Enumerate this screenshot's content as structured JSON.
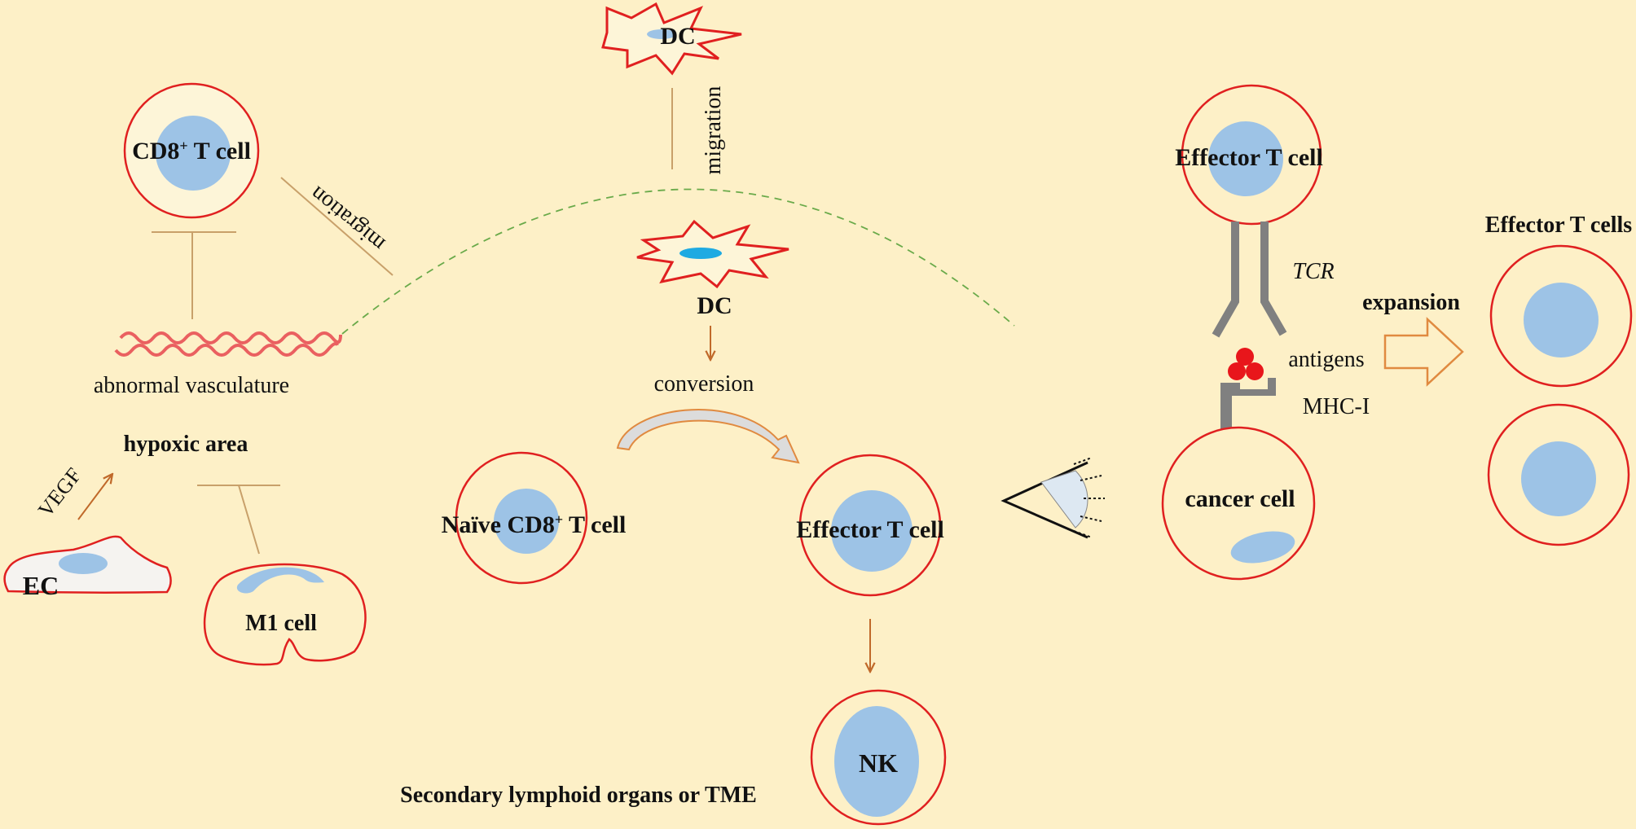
{
  "labels": {
    "dc_top": "DC",
    "migration_vertical": "migration",
    "cd8_t_cell_prefix": "CD8",
    "cd8_t_cell_sup": "+",
    "cd8_t_cell_suffix": " T cell",
    "migration_diagonal": "migration",
    "abnormal_vasculature": "abnormal vasculature",
    "hypoxic_area": "hypoxic area",
    "vegf": "VEGF",
    "ec": "EC",
    "m1_cell": "M1 cell",
    "dc_mid": "DC",
    "conversion": "conversion",
    "naive_prefix": "Naïve CD8",
    "naive_sup": "+",
    "naive_suffix": " T cell",
    "effector_t_cell_mid": "Effector T cell",
    "nk": "NK",
    "secondary_lymphoid": "Secondary lymphoid organs or TME",
    "effector_t_cell_top": "Effector T cell",
    "tcr": "TCR",
    "antigens": "antigens",
    "mhc_i": "MHC-I",
    "cancer_cell": "cancer cell",
    "expansion": "expansion",
    "effector_t_cells": "Effector T cells"
  },
  "colors": {
    "background": "#fdf0c7",
    "membrane": "#e02020",
    "nucleus": "#9dc3e6",
    "dc_nucleus": "#1eaae2",
    "arrow": "#c0692a",
    "inhibit_line": "#c8a06a",
    "dashed_boundary": "#6aaa4a",
    "receptor": "#808080",
    "antigen": "#e8161b"
  }
}
